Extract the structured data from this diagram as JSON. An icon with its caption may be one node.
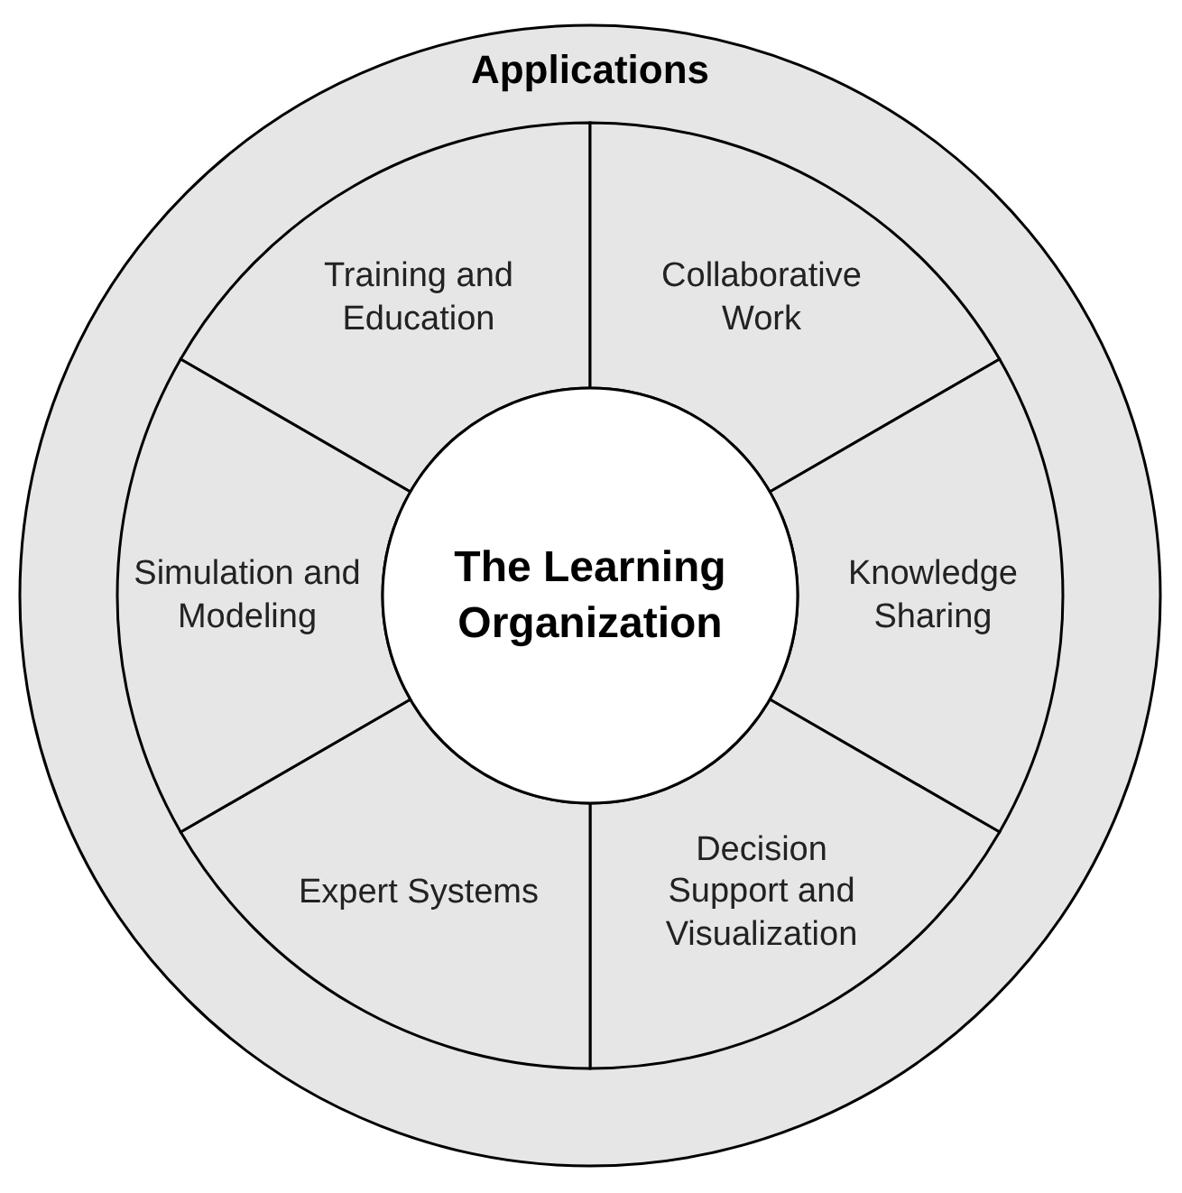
{
  "diagram": {
    "nodes": [
      {
        "text": [
          "Applications"
        ]
      },
      {
        "text": [
          "The Learning Organization"
        ],
        "in": 0
      },
      {
        "text": [
          "Training and Education"
        ],
        "in": 0
      },
      {
        "text": [
          "Collaborative Work"
        ],
        "in": 0
      },
      {
        "text": [
          "Knowledge Sharing"
        ],
        "in": 0
      },
      {
        "text": [
          "Decision Support and Visualization"
        ],
        "in": 0
      },
      {
        "text": [
          "Expert Systems"
        ],
        "in": 0
      },
      {
        "text": [
          "Simulation and Modeling"
        ],
        "in": 0
      }
    ]
  }
}
